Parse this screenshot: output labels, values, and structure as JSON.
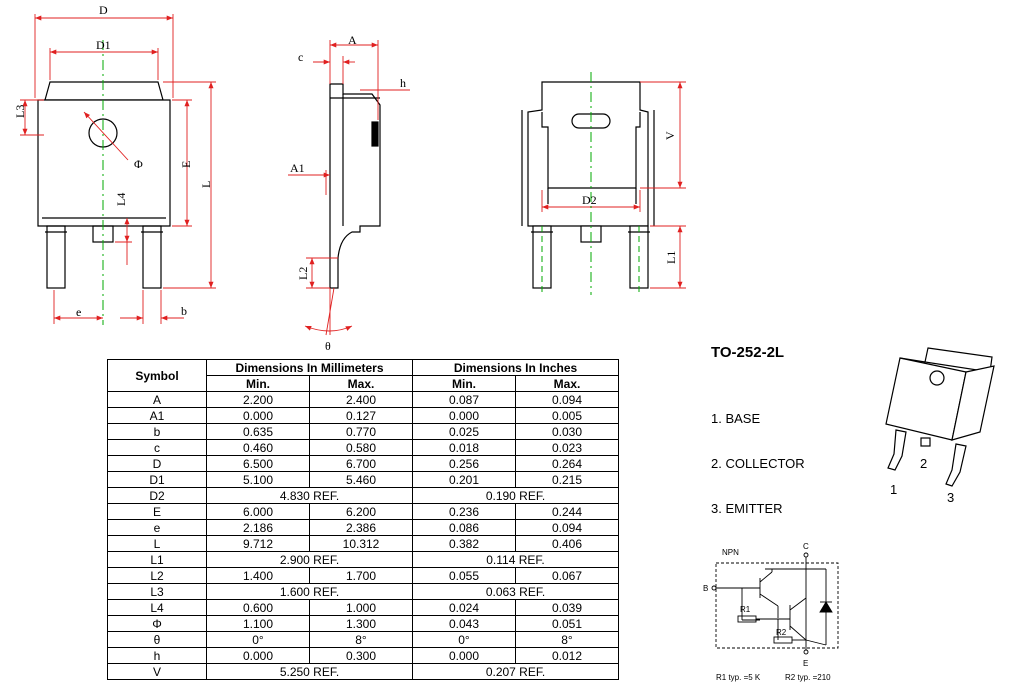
{
  "drawing_labels": {
    "D": "D",
    "D1": "D1",
    "L3": "L3",
    "phi": "Φ",
    "E": "E",
    "L": "L",
    "L4": "L4",
    "e": "e",
    "b": "b",
    "c": "c",
    "A": "A",
    "h": "h",
    "A1": "A1",
    "L2": "L2",
    "theta": "θ",
    "V": "V",
    "D2": "D2",
    "L1": "L1"
  },
  "table": {
    "header_symbol": "Symbol",
    "header_mm": "Dimensions In Millimeters",
    "header_in": "Dimensions In Inches",
    "min": "Min.",
    "max": "Max.",
    "rows": [
      {
        "sym": "A",
        "mm_min": "2.200",
        "mm_max": "2.400",
        "in_min": "0.087",
        "in_max": "0.094"
      },
      {
        "sym": "A1",
        "mm_min": "0.000",
        "mm_max": "0.127",
        "in_min": "0.000",
        "in_max": "0.005"
      },
      {
        "sym": "b",
        "mm_min": "0.635",
        "mm_max": "0.770",
        "in_min": "0.025",
        "in_max": "0.030"
      },
      {
        "sym": "c",
        "mm_min": "0.460",
        "mm_max": "0.580",
        "in_min": "0.018",
        "in_max": "0.023"
      },
      {
        "sym": "D",
        "mm_min": "6.500",
        "mm_max": "6.700",
        "in_min": "0.256",
        "in_max": "0.264"
      },
      {
        "sym": "D1",
        "mm_min": "5.100",
        "mm_max": "5.460",
        "in_min": "0.201",
        "in_max": "0.215"
      },
      {
        "sym": "D2",
        "mm_ref": "4.830 REF.",
        "in_ref": "0.190 REF."
      },
      {
        "sym": "E",
        "mm_min": "6.000",
        "mm_max": "6.200",
        "in_min": "0.236",
        "in_max": "0.244"
      },
      {
        "sym": "e",
        "mm_min": "2.186",
        "mm_max": "2.386",
        "in_min": "0.086",
        "in_max": "0.094"
      },
      {
        "sym": "L",
        "mm_min": "9.712",
        "mm_max": "10.312",
        "in_min": "0.382",
        "in_max": "0.406"
      },
      {
        "sym": "L1",
        "mm_ref": "2.900 REF.",
        "in_ref": "0.114 REF."
      },
      {
        "sym": "L2",
        "mm_min": "1.400",
        "mm_max": "1.700",
        "in_min": "0.055",
        "in_max": "0.067"
      },
      {
        "sym": "L3",
        "mm_ref": "1.600 REF.",
        "in_ref": "0.063 REF."
      },
      {
        "sym": "L4",
        "mm_min": "0.600",
        "mm_max": "1.000",
        "in_min": "0.024",
        "in_max": "0.039"
      },
      {
        "sym": "Φ",
        "mm_min": "1.100",
        "mm_max": "1.300",
        "in_min": "0.043",
        "in_max": "0.051"
      },
      {
        "sym": "θ",
        "mm_min": "0°",
        "mm_max": "8°",
        "in_min": "0°",
        "in_max": "8°"
      },
      {
        "sym": "h",
        "mm_min": "0.000",
        "mm_max": "0.300",
        "in_min": "0.000",
        "in_max": "0.012"
      },
      {
        "sym": "V",
        "mm_ref": "5.250 REF.",
        "in_ref": "0.207 REF."
      }
    ]
  },
  "package": {
    "title": "TO-252-2L",
    "pins": [
      "1. BASE",
      "2. COLLECTOR",
      "3. EMITTER"
    ],
    "pin_numbers": [
      "1",
      "2",
      "3"
    ]
  },
  "schematic": {
    "type_label": "NPN",
    "b": "B",
    "c": "C",
    "e": "E",
    "r1": "R1",
    "r2": "R2",
    "r1_note": "R1 typ. =5 K",
    "r2_note": "R2 typ. =210"
  }
}
